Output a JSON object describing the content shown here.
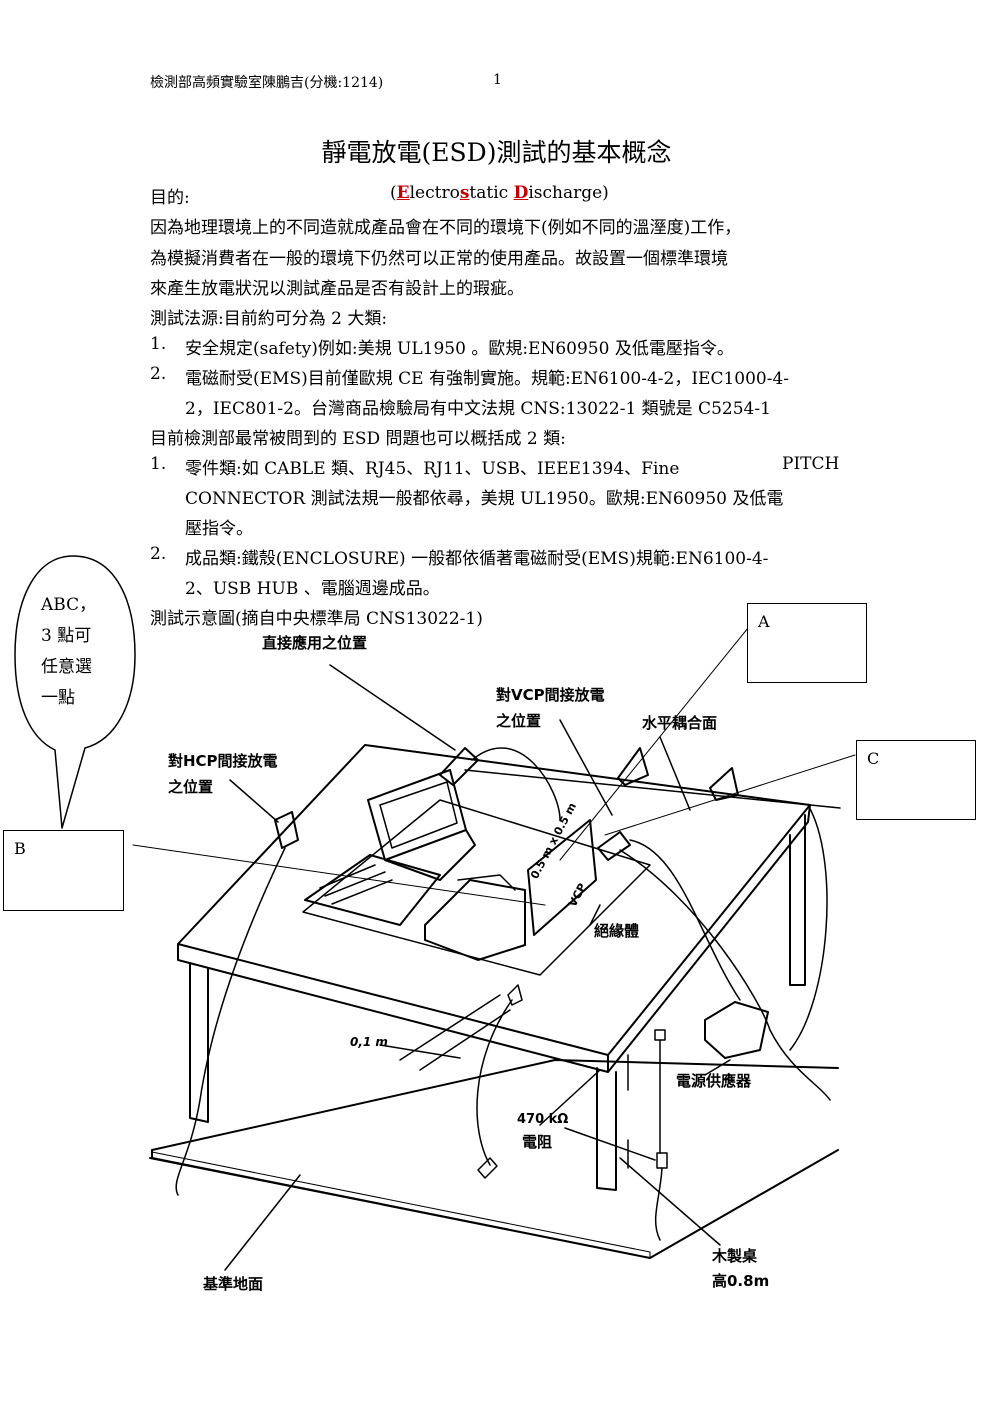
{
  "header": {
    "text": "檢測部高頻實驗室陳鵬吉(分機:1214)",
    "page": "1"
  },
  "title": "靜電放電(ESD)測試的基本概念",
  "purpose": {
    "label": "目的:",
    "open": "(",
    "e": "E",
    "lectro": "lectro",
    "s": "s",
    "tatic": "tatic ",
    "d": "D",
    "ischarge": "ischarge",
    "close": ")"
  },
  "intro": [
    "因為地理環境上的不同造就成產品會在不同的環境下(例如不同的溫溼度)工作，",
    "為模擬消費者在一般的環境下仍然可以正常的使用產品。故設置一個標準環境",
    "來產生放電狀況以測試產品是否有設計上的瑕疵。"
  ],
  "sources_title": "測試法源:目前約可分為 2 大類:",
  "sources": [
    {
      "num": "1.",
      "lines": [
        "安全規定(safety)例如:美規 UL1950 。歐規:EN60950 及低電壓指令。"
      ]
    },
    {
      "num": "2.",
      "lines": [
        "電磁耐受(EMS)目前僅歐規 CE 有強制實施。規範:EN6100-4-2，IEC1000-4-",
        "2，IEC801-2。台灣商品檢驗局有中文法規 CNS:13022-1 類號是 C5254-1"
      ]
    }
  ],
  "common_title": "目前檢測部最常被問到的 ESD 問題也可以概括成 2 類:",
  "common": [
    {
      "num": "1.",
      "lines": [
        "零件類:如 CABLE 類、RJ45、RJ11、USB、IEEE1394、Fine",
        "CONNECTOR  測試法規一般都依尋，美規 UL1950。歐規:EN60950 及低電",
        "壓指令。"
      ],
      "pitch": "PITCH"
    },
    {
      "num": "2.",
      "lines": [
        "成品類:鐵殼(ENCLOSURE)       一般都依循著電磁耐受(EMS)規範:EN6100-4-",
        "2、USB HUB 、電腦週邊成品。"
      ]
    }
  ],
  "diagram_title": "測試示意圖(摘自中央標準局 CNS13022-1)",
  "bubble": "ABC，\n3 點可\n任意選\n一點",
  "boxes": {
    "a": "A",
    "b": "B",
    "c": "C"
  },
  "diagram": {
    "direct": "直接應用之位置",
    "vcp1": "對VCP間接放電",
    "vcp2": "之位置",
    "horizontal": "水平耦合面",
    "hcp1": "對HCP間接放電",
    "hcp2": "之位置",
    "vcp_size": "0.5 m x 0.5 m",
    "vcp_name": "VCP",
    "insulator": "絕緣體",
    "dist": "0,1 m",
    "power": "電源供應器",
    "res_value": "470 kΩ",
    "res_name": "電阻",
    "ground": "基準地面",
    "table1": "木製桌",
    "table2": "高0.8m"
  }
}
